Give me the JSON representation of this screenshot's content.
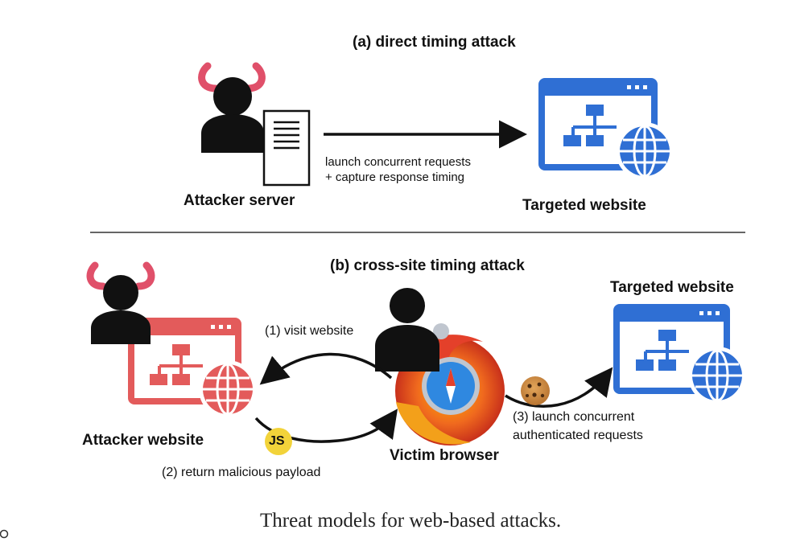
{
  "section_a": {
    "title": "(a) direct timing attack",
    "attacker_label": "Attacker server",
    "arrow_label_line1": "launch concurrent requests",
    "arrow_label_line2": "+ capture response timing",
    "target_label": "Targeted website"
  },
  "section_b": {
    "title": "(b) cross-site timing attack",
    "target_label": "Targeted website",
    "attacker_label": "Attacker website",
    "step1": "(1) visit website",
    "step2": "(2) return malicious payload",
    "step3_line1": "(3) launch concurrent",
    "step3_line2": "authenticated requests",
    "victim_label": "Victim browser",
    "js_badge": "JS"
  },
  "caption": "Threat models for web-based attacks.",
  "colors": {
    "blue": "#2f6fd4",
    "red": "#e35b5b",
    "horn": "#e0506a",
    "black": "#111111",
    "js_yellow": "#f2d33a"
  },
  "icons": [
    "devil-attacker-icon",
    "server-document-icon",
    "website-globe-icon",
    "firefox-safari-browser-icon",
    "cookie-icon"
  ]
}
